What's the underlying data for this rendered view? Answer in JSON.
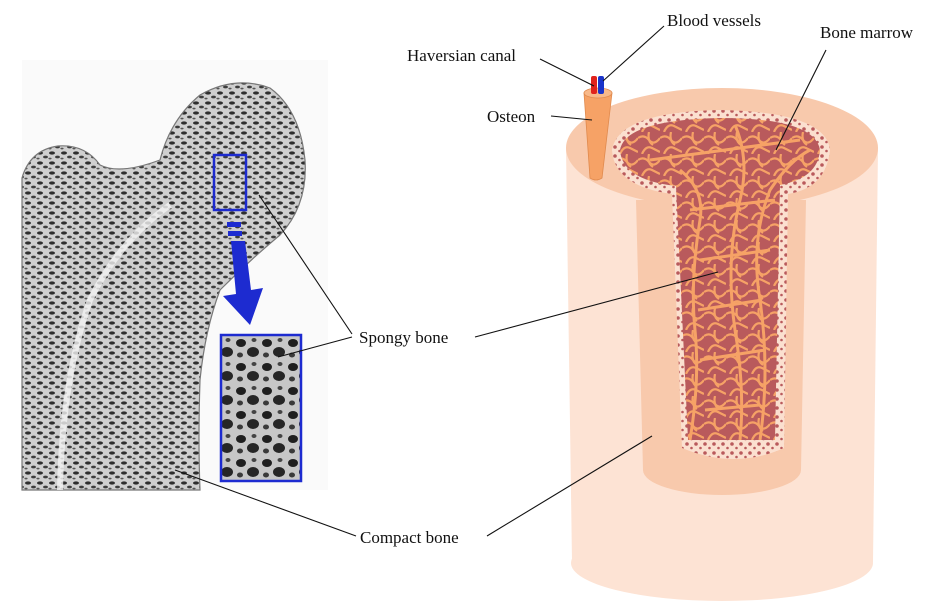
{
  "labels": {
    "blood_vessels": "Blood vessels",
    "haversian_canal": "Haversian canal",
    "bone_marrow": "Bone marrow",
    "osteon": "Osteon",
    "spongy_bone": "Spongy bone",
    "compact_bone": "Compact bone"
  },
  "colors": {
    "bone_outer": "#fde3d4",
    "bone_mid": "#f8c9ac",
    "trabecula": "#f6a266",
    "marrow": "#b95a5c",
    "highlight_box": "#1d2bd0",
    "blood_vessel_red": "#e0231d",
    "blood_vessel_blue": "#1b34c9",
    "leader_line": "#111111"
  },
  "icons": [
    "highlight-box",
    "zoom-arrow",
    "micro-inset"
  ]
}
